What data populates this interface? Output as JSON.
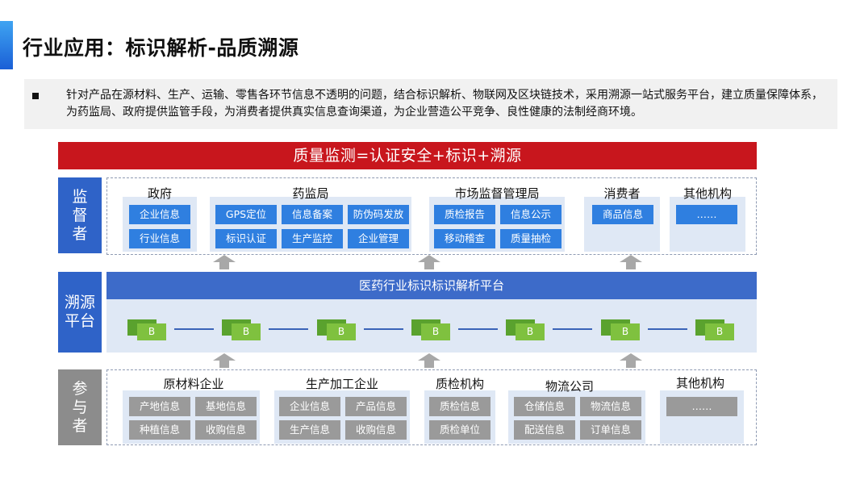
{
  "title": "行业应用：标识解析-品质溯源",
  "intro": "针对产品在源材料、生产、运输、零售各环节信息不透明的问题，结合标识解析、物联网及区块链技术，采用溯源一站式服务平台，建立质量保障体系，为药监局、政府提供监管手段，为消费者提供真实信息查询渠道，为企业营造公平竞争、良性健康的法制经商环境。",
  "banner": "质量监测=认证安全+标识+溯源",
  "tiers": {
    "supervisor": "监督者",
    "platform": "溯源平台",
    "participant": "参与者"
  },
  "supervisors": [
    {
      "title": "政府",
      "items": [
        "企业信息",
        "行业信息"
      ]
    },
    {
      "title": "药监局",
      "items": [
        "GPS定位",
        "信息备案",
        "防伪码发放",
        "标识认证",
        "生产监控",
        "企业管理"
      ]
    },
    {
      "title": "市场监督管理局",
      "items": [
        "质检报告",
        "信息公示",
        "移动稽查",
        "质量抽检"
      ]
    },
    {
      "title": "消费者",
      "items": [
        "商品信息"
      ]
    },
    {
      "title": "其他机构",
      "items": [
        "……"
      ]
    }
  ],
  "platform": {
    "title": "医药行业标识标识解析平台",
    "node_label": "B",
    "node_count": 7
  },
  "participants": [
    {
      "title": "原材料企业",
      "items": [
        "产地信息",
        "基地信息",
        "种植信息",
        "收购信息"
      ]
    },
    {
      "title": "生产加工企业",
      "items": [
        "企业信息",
        "产品信息",
        "生产信息",
        "收购信息"
      ]
    },
    {
      "title": "质检机构",
      "items": [
        "质检信息",
        "质检单位"
      ]
    },
    {
      "title": "物流公司",
      "items": [
        "仓储信息",
        "物流信息",
        "配送信息",
        "订单信息"
      ]
    },
    {
      "title": "其他机构",
      "items": [
        "……"
      ]
    }
  ],
  "colors": {
    "banner": "#c8161d",
    "supervisor_tier": "#2f63c8",
    "participant_tier": "#8c8c8c",
    "supervisor_button": "#2f7fe0",
    "participant_button": "#9a9a9a",
    "platform_bar": "#3d6bc9",
    "node": "#7fc13f",
    "panel": "#dfe8f5"
  }
}
